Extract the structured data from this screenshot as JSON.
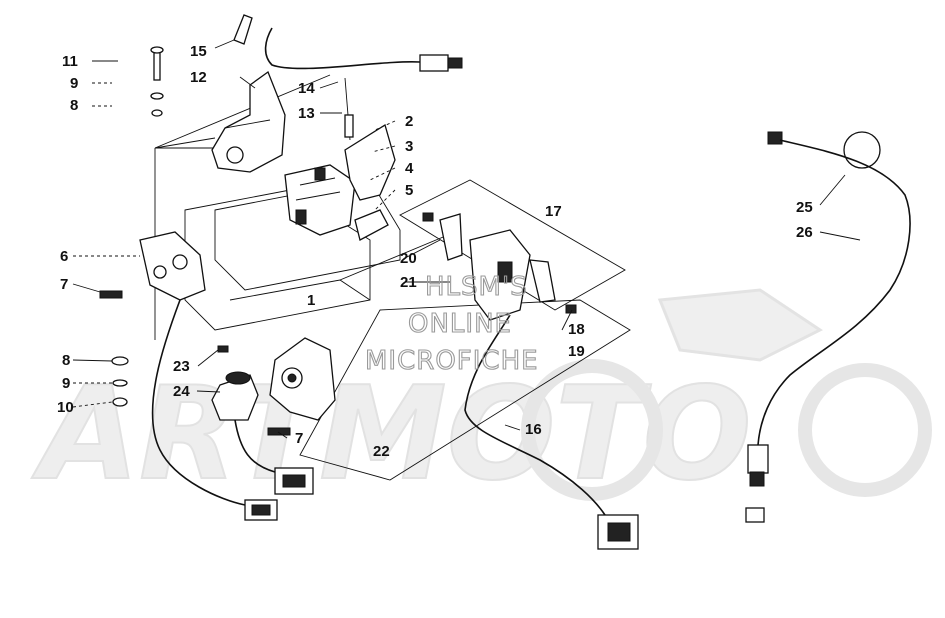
{
  "watermark": {
    "line1": "HLSM'S",
    "line2": "ONLINE",
    "line3": "MICROFICHE",
    "logo": "ARTMOTO"
  },
  "callouts": [
    "1",
    "2",
    "3",
    "4",
    "5",
    "6",
    "7",
    "8",
    "9",
    "10",
    "11",
    "12",
    "13",
    "14",
    "15",
    "16",
    "17",
    "18",
    "19",
    "20",
    "21",
    "22",
    "23",
    "24",
    "25",
    "26"
  ],
  "callout_7b": "7",
  "callout_8b": "8",
  "callout_9b": "9"
}
